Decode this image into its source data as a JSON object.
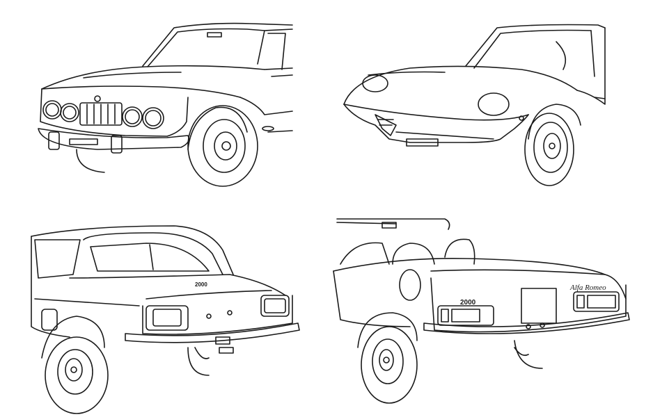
{
  "figure": {
    "description": "Line drawings of four Alfa Romeo cars: two front three-quarter views and two rear three-quarter views",
    "stroke_color": "#1a1a1a",
    "background": "#ffffff"
  },
  "panels": [
    {
      "position": "top-left",
      "view": "front three-quarter",
      "body": "coupe"
    },
    {
      "position": "top-right",
      "view": "front three-quarter",
      "body": "spider"
    },
    {
      "position": "bottom-left",
      "view": "rear three-quarter",
      "body": "coupe",
      "badge_text": "2000"
    },
    {
      "position": "bottom-right",
      "view": "rear three-quarter",
      "body": "spider",
      "model_badge": "2000",
      "script_badge": "Alfa Romeo"
    }
  ]
}
